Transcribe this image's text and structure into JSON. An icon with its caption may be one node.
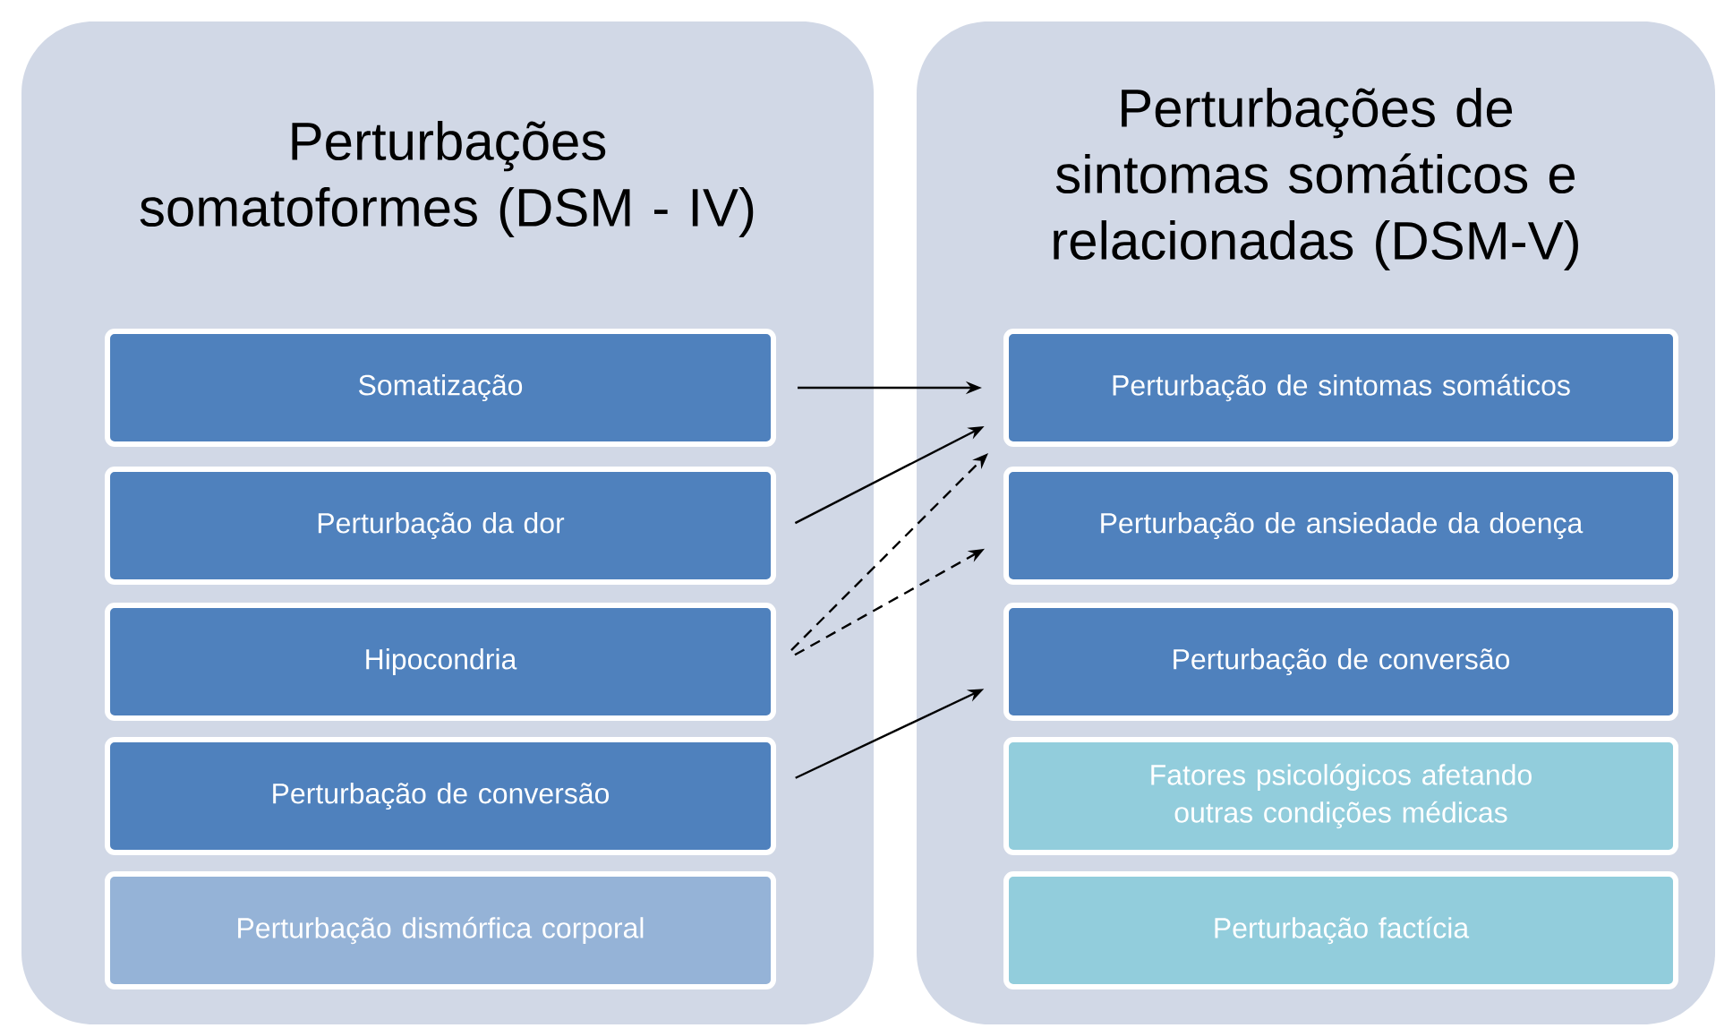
{
  "diagram": {
    "nodes": [
      {
        "text": [
          "Perturbações somatoformes (DSM - IV)"
        ]
      },
      {
        "text": [
          "Somatização"
        ],
        "in": 0
      },
      {
        "text": [
          "Perturbação da dor"
        ],
        "in": 0
      },
      {
        "text": [
          "Hipocondria"
        ],
        "in": 0
      },
      {
        "text": [
          "Perturbação de conversão"
        ],
        "in": 0
      },
      {
        "text": [
          "Perturbação dismórfica corporal"
        ],
        "in": 0
      },
      {
        "text": [
          "Perturbações de sintomas somáticos e relacionadas (DSM-V)"
        ]
      },
      {
        "text": [
          "Perturbação de sintomas somáticos"
        ],
        "in": 6
      },
      {
        "text": [
          "Perturbação de ansiedade da doença"
        ],
        "in": 6
      },
      {
        "text": [
          "Perturbação de conversão"
        ],
        "in": 6
      },
      {
        "text": [
          "Fatores psicológicos afetando outras condições médicas"
        ],
        "in": 6
      },
      {
        "text": [
          "Perturbação factícia"
        ],
        "in": 6
      }
    ],
    "edges": [
      {
        "from": 1,
        "to": 7,
        "arrow": "to"
      },
      {
        "from": 2,
        "to": 7,
        "arrow": "to"
      },
      {
        "from": 3,
        "to": 7,
        "arrow": "to",
        "style": "dashed"
      },
      {
        "from": 3,
        "to": 8,
        "arrow": "to",
        "style": "dashed"
      },
      {
        "from": 4,
        "to": 9,
        "arrow": "to"
      }
    ]
  }
}
